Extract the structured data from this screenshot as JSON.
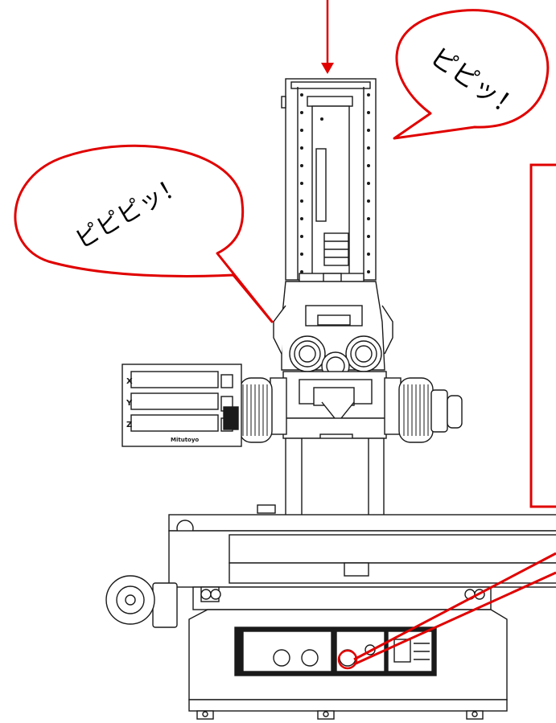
{
  "callouts": {
    "top_right": "ピピッ！",
    "left": "ピピピッ！"
  },
  "panel": {
    "axes": [
      "X",
      "Y",
      "Z"
    ],
    "brand": "Mitutoyo"
  },
  "colors": {
    "accent": "#e00000",
    "line": "#1a1a1a",
    "background": "#ffffff"
  }
}
